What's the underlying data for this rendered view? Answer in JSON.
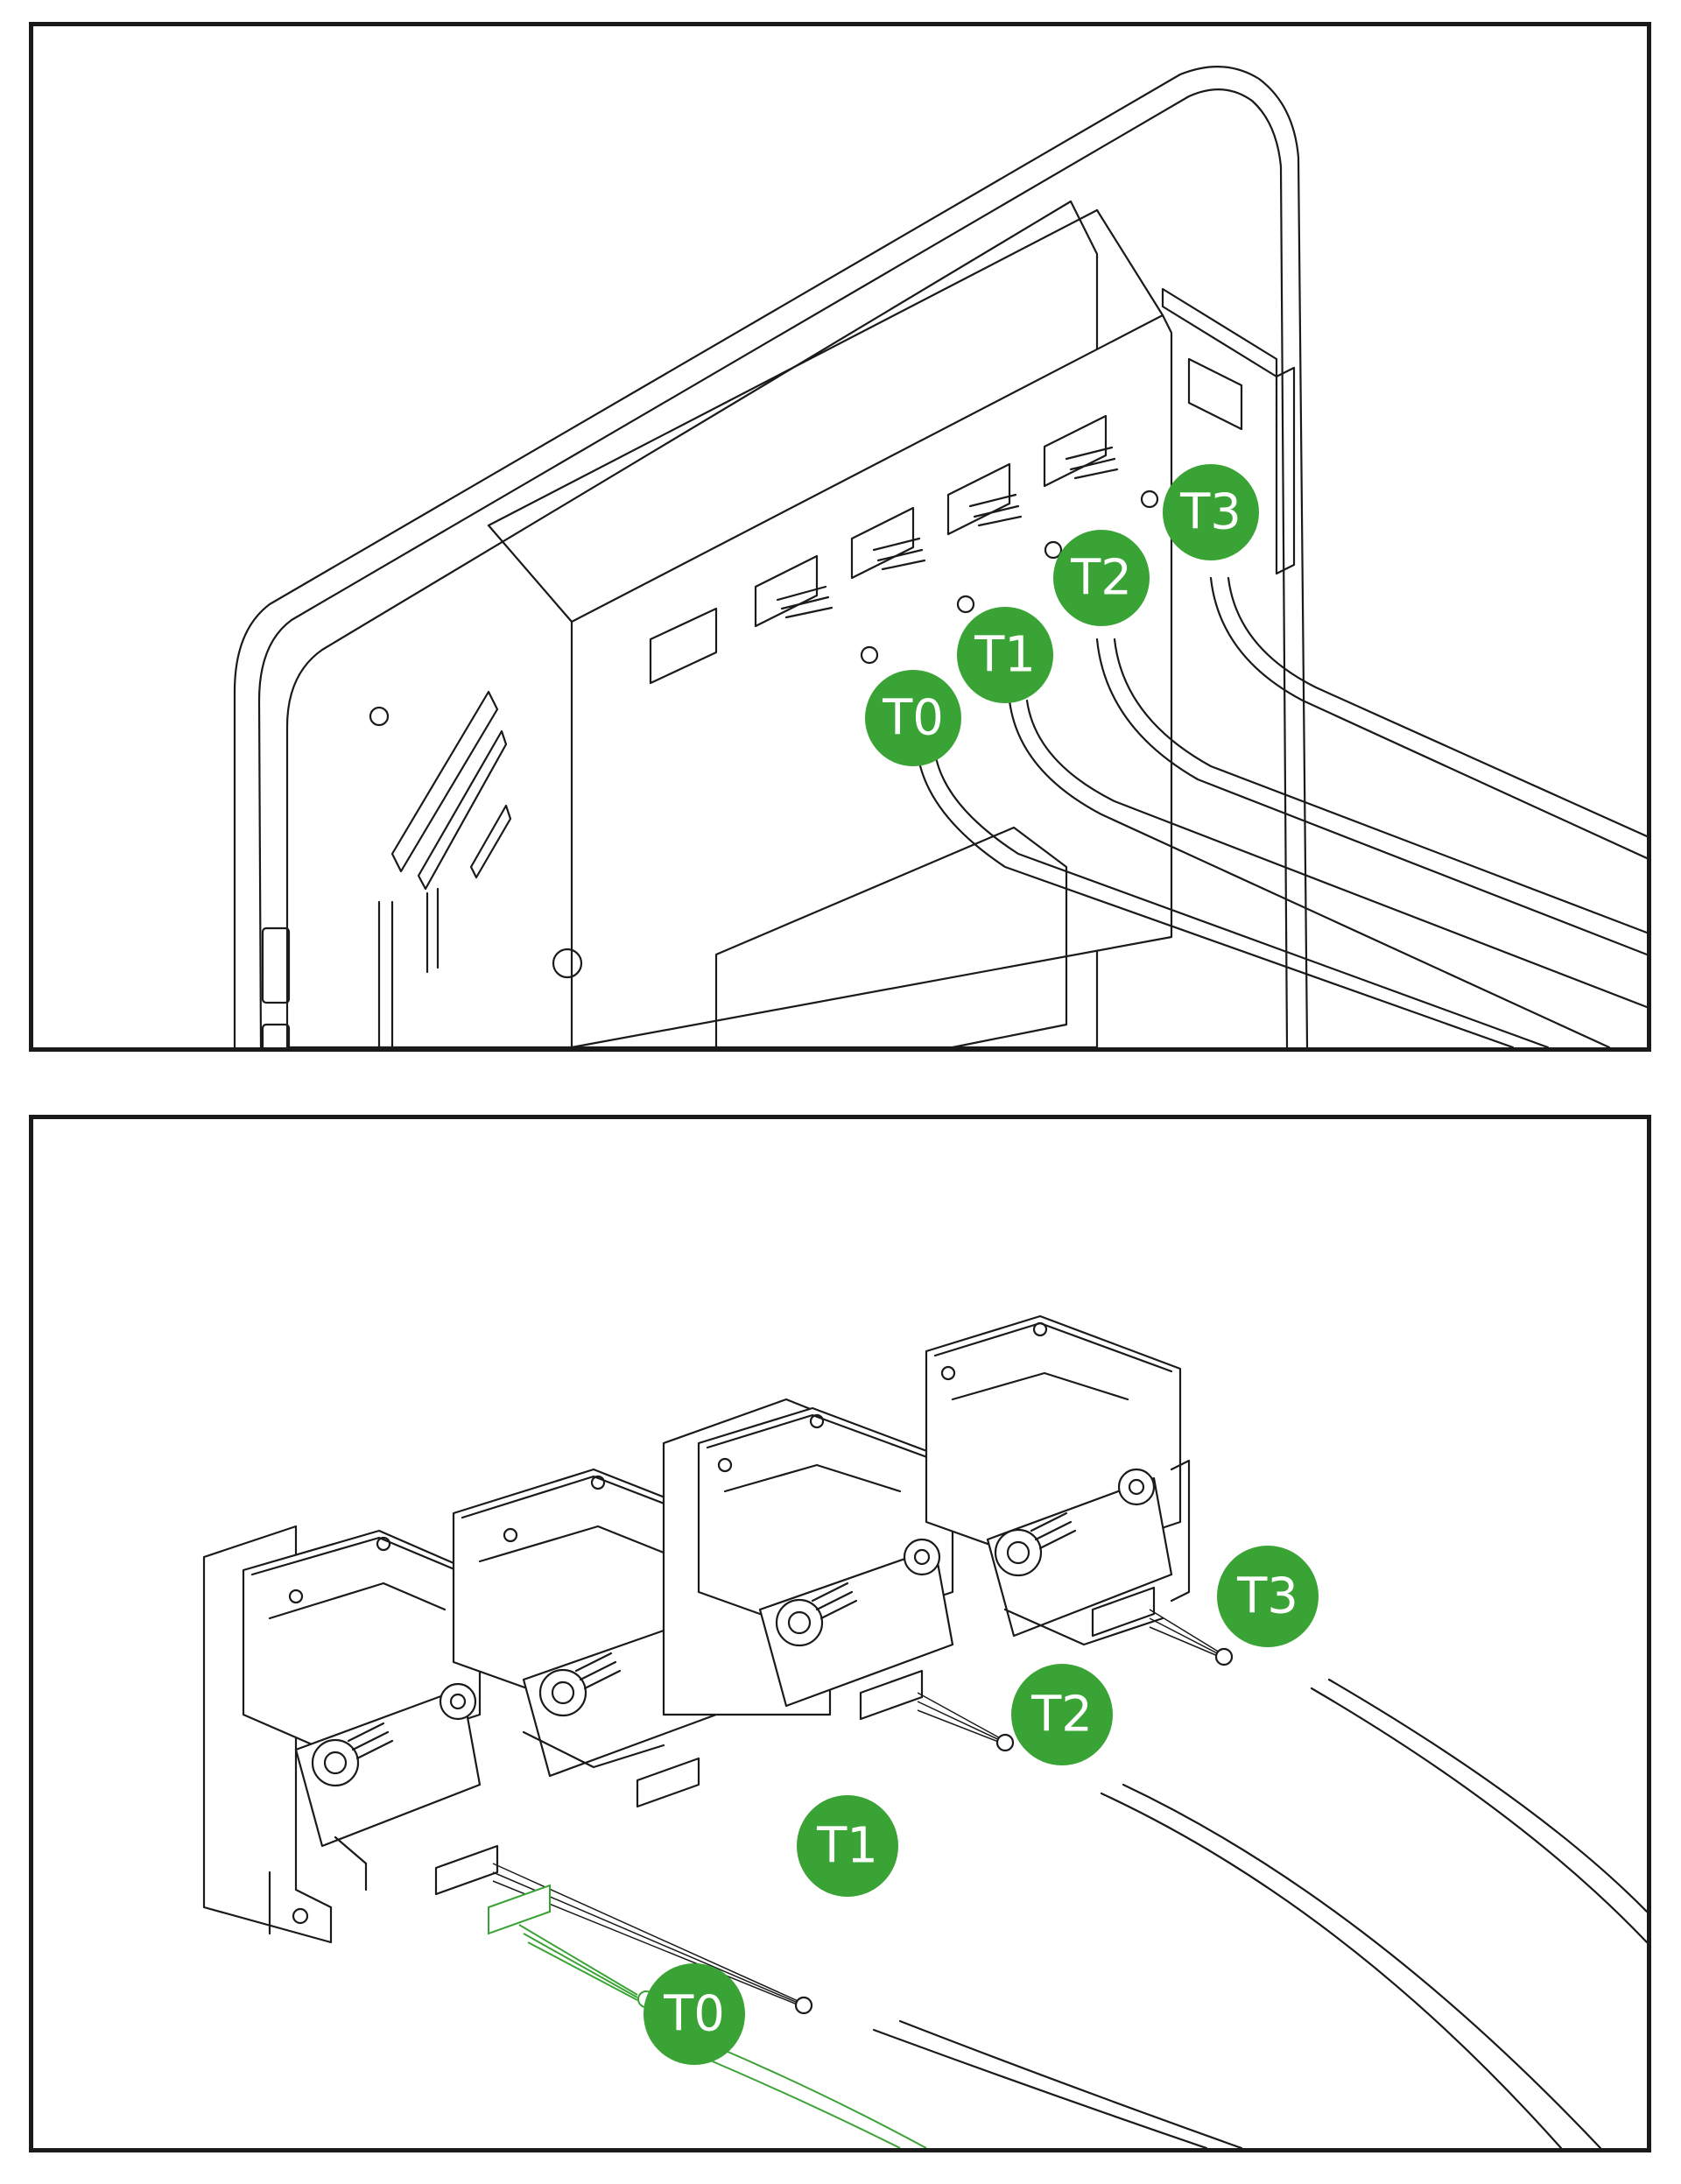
{
  "panels": {
    "top": {
      "labels": [
        "T0",
        "T1",
        "T2",
        "T3"
      ]
    },
    "bottom": {
      "labels": [
        "T0",
        "T1",
        "T2",
        "T3"
      ],
      "highlighted_label": "T0"
    }
  },
  "colors": {
    "badge": "#3aa335",
    "highlight_cable": "#3aa335",
    "line_art": "#1a1a1a",
    "frame": "#1a1a1a",
    "background": "#ffffff"
  }
}
